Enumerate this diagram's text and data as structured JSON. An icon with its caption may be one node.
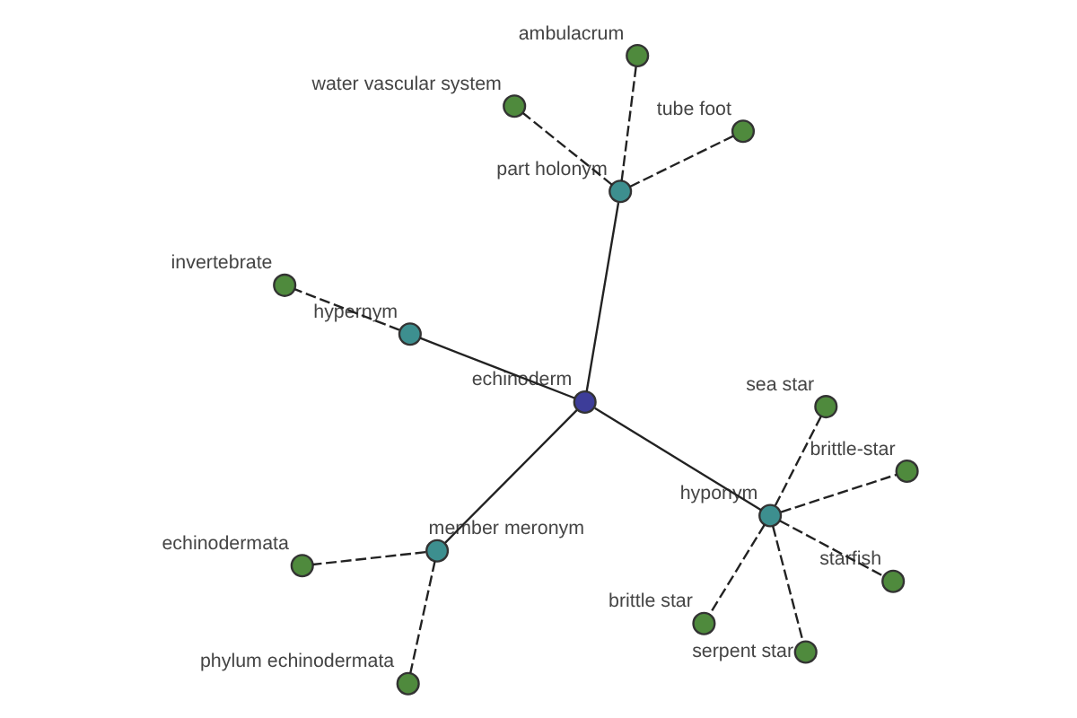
{
  "diagram": {
    "nodes": [
      {
        "text": [
          "echinodermata"
        ]
      },
      {
        "text": [
          "phylum echinodermata"
        ]
      },
      {
        "text": [
          "member meronym"
        ]
      },
      {
        "text": [
          "sea star"
        ]
      },
      {
        "text": [
          "brittle-star"
        ]
      },
      {
        "text": [
          "hyponym"
        ]
      },
      {
        "text": [
          "echinoderm"
        ]
      },
      {
        "text": [
          "starfish"
        ]
      },
      {
        "text": [
          "hypernym"
        ]
      },
      {
        "text": [
          "serpent star"
        ]
      },
      {
        "text": [
          "brittle star"
        ]
      },
      {
        "text": [
          "invertebrate"
        ]
      },
      {
        "text": [
          "part holonym"
        ]
      },
      {
        "text": [
          "ambulacrum"
        ]
      },
      {
        "text": [
          "water vascular system"
        ]
      },
      {
        "text": [
          "tube foot"
        ]
      }
    ],
    "edges": [
      {
        "from": 6,
        "to": 2,
        "arrow": "none"
      },
      {
        "from": 6,
        "to": 5,
        "arrow": "none"
      },
      {
        "from": 6,
        "to": 8,
        "arrow": "none"
      },
      {
        "from": 6,
        "to": 12,
        "arrow": "none"
      },
      {
        "from": 2,
        "to": 0,
        "arrow": "none",
        "style": "dashed"
      },
      {
        "from": 2,
        "to": 1,
        "arrow": "none",
        "style": "dashed"
      },
      {
        "from": 5,
        "to": 3,
        "arrow": "none",
        "style": "dashed"
      },
      {
        "from": 5,
        "to": 4,
        "arrow": "none",
        "style": "dashed"
      },
      {
        "from": 5,
        "to": 7,
        "arrow": "none",
        "style": "dashed"
      },
      {
        "from": 5,
        "to": 9,
        "arrow": "none",
        "style": "dashed"
      },
      {
        "from": 5,
        "to": 10,
        "arrow": "none",
        "style": "dashed"
      },
      {
        "from": 8,
        "to": 11,
        "arrow": "none",
        "style": "dashed"
      },
      {
        "from": 12,
        "to": 13,
        "arrow": "none",
        "style": "dashed"
      },
      {
        "from": 12,
        "to": 14,
        "arrow": "none",
        "style": "dashed"
      },
      {
        "from": 12,
        "to": 15,
        "arrow": "none",
        "style": "dashed"
      }
    ]
  }
}
